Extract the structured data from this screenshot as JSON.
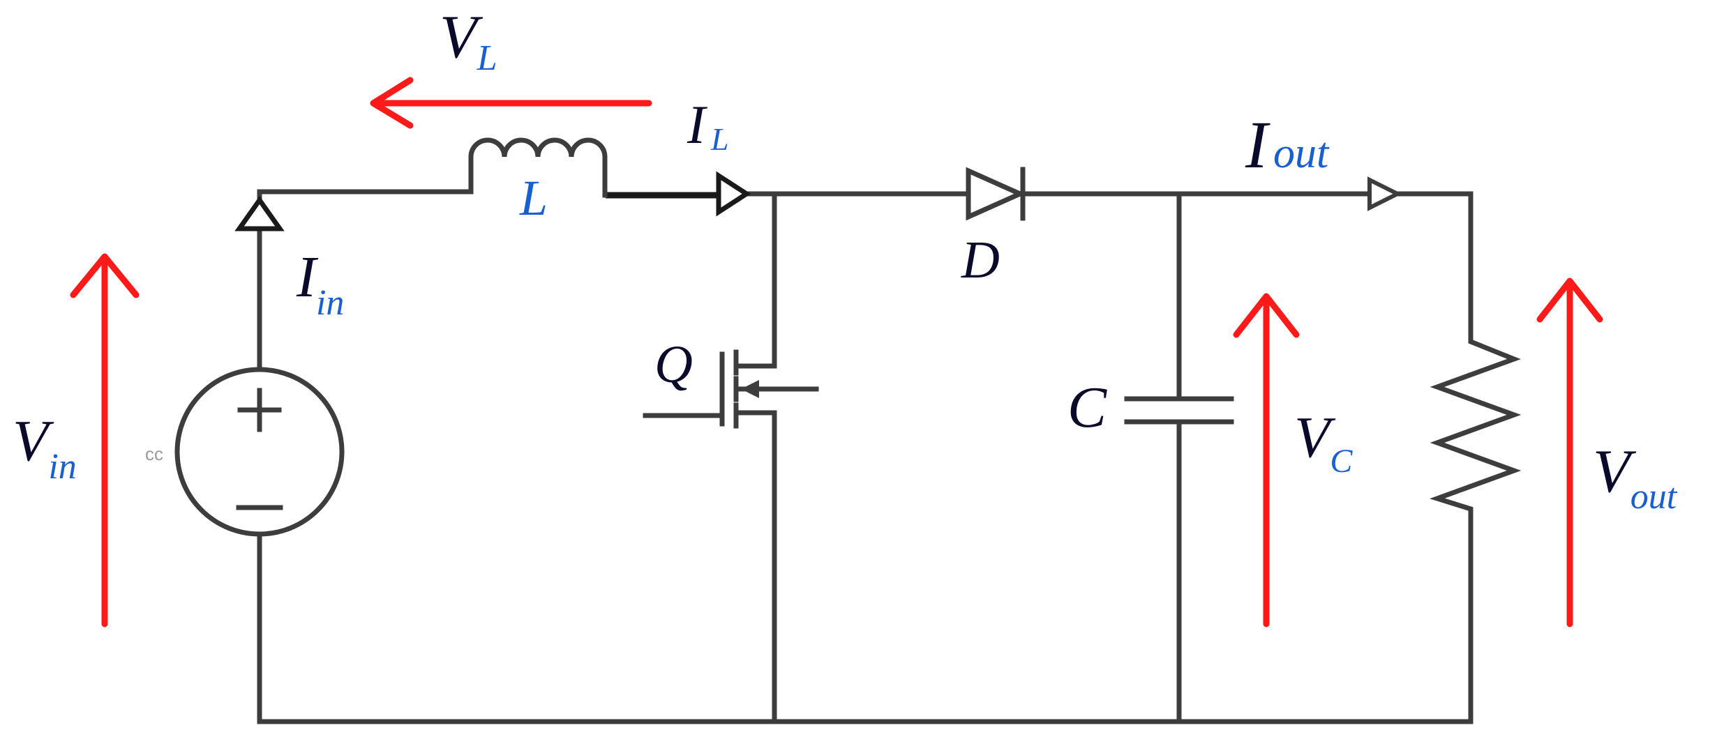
{
  "labels": {
    "v_l": {
      "main": "V",
      "sub": "L"
    },
    "i_l": {
      "main": "I",
      "sub": "L"
    },
    "inductor": "L",
    "i_in": {
      "main": "I",
      "sub": "in"
    },
    "v_in": {
      "main": "V",
      "sub": "in"
    },
    "source_tag": "cc",
    "source_plus": "+",
    "source_minus": "−",
    "switch": "Q",
    "diode": "D",
    "capacitor": "C",
    "v_c": {
      "main": "V",
      "sub": "C"
    },
    "i_out": {
      "main": "I",
      "sub": "out"
    },
    "v_out": {
      "main": "V",
      "sub": "out"
    }
  },
  "colors": {
    "wire": "#3d3d3d",
    "arrow": "#ff1a1a",
    "label": "#0a0a2a",
    "subscript": "#1a5fd0"
  }
}
